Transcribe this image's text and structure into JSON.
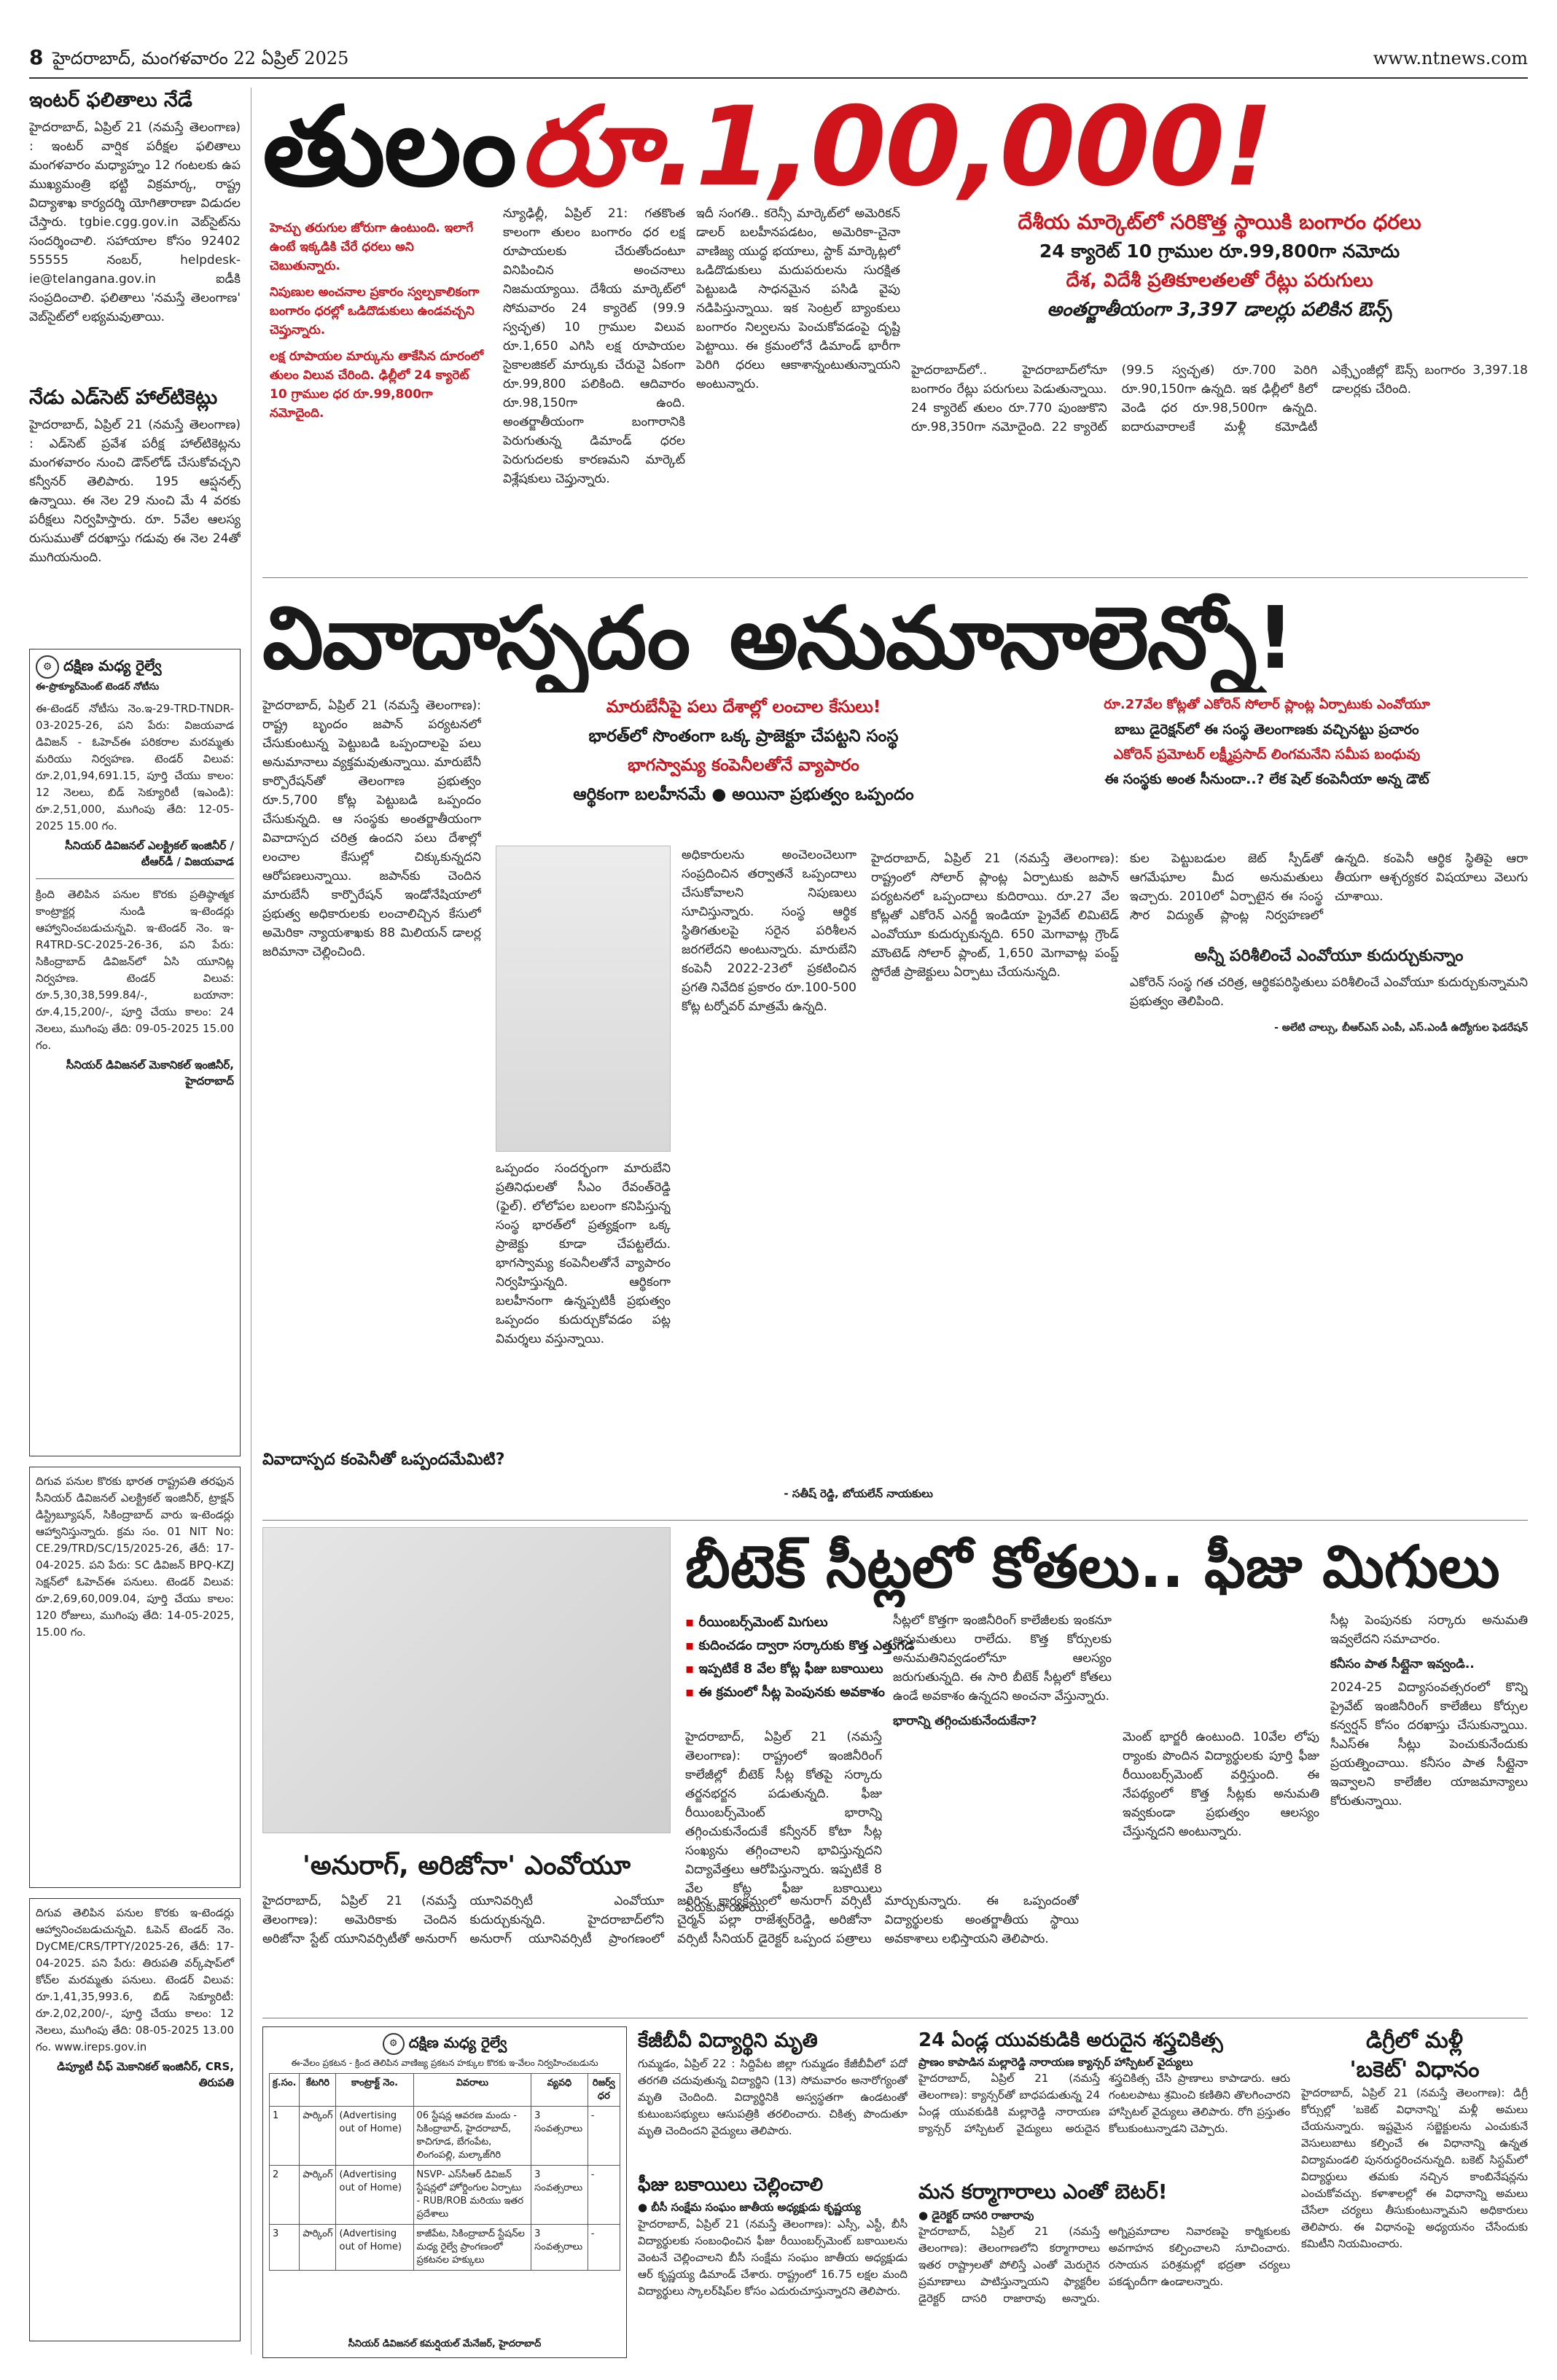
{
  "header": {
    "page_number": "8",
    "dateline": "హైదరాబాద్‌, మంగళవారం 22 ఏప్రిల్‌ 2025",
    "website": "www.ntnews.com"
  },
  "left_col": {
    "inter_title": "ఇంటర్‌ ఫలితాలు నేడే",
    "inter_body": "హైదరాబాద్‌, ఏప్రిల్‌ 21 (నమస్తే తెలంగాణ) : ఇంటర్‌ వార్షిక పరీక్షల ఫలితాలు మంగళవారం మధ్యాహ్నం 12 గంటలకు ఉప ముఖ్యమంత్రి భట్టి విక్రమార్క, రాష్ట్ర విద్యాశాఖ కార్యదర్శి యోగితారాణా విడుదల చేస్తారు. tgbie.cgg.gov.in వెబ్‌సైట్‌ను సందర్శించాలి. సహాయాల కోసం 92402 55555 నంబర్‌, helpdesk-ie@telangana.gov.in ఐడీకి సంప్రదించాలి. ఫలితాలు 'నమస్తే తెలంగాణ' వెబ్‌సైట్‌లో లభ్యమవుతాయి.",
    "hall_title": "నేడు ఎడ్‌సెట్‌ హాల్‌టికెట్లు",
    "hall_body": "హైదరాబాద్‌, ఏప్రిల్‌ 21 (నమస్తే తెలంగాణ) : ఎడ్‌సెట్‌ ప్రవేశ పరీక్ష హాల్‌టికెట్లను మంగళవారం నుంచి డౌన్‌లోడ్‌ చేసుకోవచ్చని కన్వీనర్‌ తెలిపారు. 195 ఆప్షనల్స్‌ ఉన్నాయి. ఈ నెల 29 నుంచి మే 4 వరకు పరీక్షలు నిర్వహిస్తారు. రూ. 5వేల ఆలస్య రుసుముతో దరఖాస్తు గడువు ఈ నెల 24తో ముగియనుంది.",
    "railway_label": "దక్షిణ మధ్య రైల్వే",
    "railway_sub": "ఈ-ప్రొక్యూర్‌మెంట్‌ టెండర్‌ నోటీసు",
    "railway_body": "ఈ-టెండర్‌ నోటీసు నెం.ఇ-29-TRD-TNDR-03-2025-26, పని పేరు: విజయవాడ డివిజన్‌ - ఓహెచ్‌ఈ పరికరాల మరమ్మతు మరియు నిర్వహణ. టెండర్‌ విలువ: రూ.2,01,94,691.15, పూర్తి చేయు కాలం: 12 నెలలు, బిడ్‌ సెక్యూరిటీ (ఇఎండి): రూ.2,51,000, ముగింపు తేది: 12-05-2025 15.00 గం.",
    "railway_sign": "సీనియర్‌ డివిజనల్‌ ఎలక్ట్రికల్‌ ఇంజినీర్‌ / టీఆర్‌డీ / విజయవాడ",
    "railway_body2": "క్రింది తెలిపిన పనుల కొరకు ప్రతిష్ఠాత్మక కాంట్రాక్టర్ల నుండి ఇ-టెండర్లు ఆహ్వానించబడుచున్నవి. ఇ-టెండర్‌ నెం. ఇ-R4TRD-SC-2025-26-36, పని పేరు: సికింద్రాబాద్‌ డివిజన్‌లో ఏసి యూనిట్ల నిర్వహణ. టెండర్‌ విలువ: రూ.5,30,38,599.84/-, బయానా: రూ.4,15,200/-, పూర్తి చేయు కాలం: 24 నెలలు, ముగింపు తేది: 09-05-2025 15.00 గం.",
    "railway_sign2": "సీనియర్‌ డివిజనల్‌ మెకానికల్‌ ఇంజినీర్‌, హైదరాబాద్‌",
    "railway_body3": "దిగువ పనుల కొరకు భారత రాష్ట్రపతి తరఫున సీనియర్‌ డివిజనల్‌ ఎలక్ట్రికల్‌ ఇంజినీర్‌, ట్రాక్షన్‌ డిస్ట్రిబ్యూషన్‌, సికింద్రాబాద్‌ వారు ఇ-టెండర్లు ఆహ్వానిస్తున్నారు. క్రమ సం. 01 NIT No: CE.29/TRD/SC/15/2025-26, తేదీ: 17-04-2025. పని పేరు: SC డివిజన్‌ BPQ-KZJ సెక్షన్‌లో ఓహెచ్‌ఈ పనులు. టెండర్‌ విలువ: రూ.2,69,60,009.04, పూర్తి చేయు కాలం: 120 రోజులు, ముగింపు తేది: 14-05-2025, 15.00 గం.",
    "railway_body4": "దిగువ తెలిపిన పనుల కొరకు ఇ-టెండర్లు ఆహ్వానించబడుచున్నవి. ఓపెన్‌ టెండర్‌ నెం. DyCME/CRS/TPTY/2025-26, తేదీ: 17-04-2025. పని పేరు: తిరుపతి వర్క్‌షాప్‌లో కోచ్‌ల మరమ్మతు పనులు. టెండర్‌ విలువ: రూ.1,41,35,993.6, బిడ్‌ సెక్యూరిటీ: రూ.2,02,200/-, పూర్తి చేయు కాలం: 12 నెలలు, ముగింపు తేది: 08-05-2025 13.00 గం. www.ireps.gov.in",
    "railway_sign3": "డిప్యూటీ చీఫ్‌ మెకానికల్‌ ఇంజినీర్‌, CRS, తిరుపతి"
  },
  "gold": {
    "headline_black": "తులం",
    "headline_red": "రూ.1,00,000!",
    "subhead_1": "దేశీయ మార్కెట్‌లో సరికొత్త స్థాయికి బంగారం ధరలు",
    "subhead_2": "24 క్యారెట్‌ 10 గ్రాముల రూ.99,800గా నమోదు",
    "subhead_3": "దేశ, విదేశీ ప్రతికూలతలతో రేట్లు పరుగులు",
    "subhead_4": "అంతర్జాతీయంగా 3,397 డాలర్లు పలికిన ఔన్స్‌",
    "kicker_red": "హెచ్చు తరుగుల జోరుగా ఉంటుంది. ఇలాగే ఉంటే ఇక్కడికి చేరే ధరలు అని చెబుతున్నారు.",
    "kicker_red2": "నిపుణుల అంచనాల ప్రకారం స్వల్పకాలికంగా బంగారం ధరల్లో ఒడిదొడుకులు ఉండవచ్చని చెప్తున్నారు.",
    "kicker_red3": "లక్ష రూపాయల మార్కును తాకేసిన దూరంలో తులం విలువ చేరింది. ఢిల్లీలో 24 క్యారెట్‌ 10 గ్రాముల ధర రూ.99,800గా నమోదైంది.",
    "col1": "న్యూఢిల్లీ, ఏప్రిల్‌ 21: గతకొంత కాలంగా తులం బంగారం ధర లక్ష రూపాయలకు చేరుతోందంటూ వినిపించిన అంచనాలు నిజమయ్యాయి. దేశీయ మార్కెట్‌లో సోమవారం 24 క్యారెట్‌ (99.9 స్వచ్ఛత) 10 గ్రాముల విలువ రూ.1,650 ఎగిసి లక్ష రూపాయల సైకాలజికల్‌ మార్కుకు చేరువై ఏకంగా రూ.99,800 పలికింది. ఆదివారం రూ.98,150గా ఉంది. అంతర్జాతీయంగా బంగారానికి పెరుగుతున్న డిమాండ్‌ ధరల పెరుగుదలకు కారణమని మార్కెట్‌ విశ్లేషకులు చెప్తున్నారు.",
    "col2": "ఇదీ సంగతి.. కరెన్సీ మార్కెట్‌లో అమెరికన్‌ డాలర్‌ బలహీనపడటం, అమెరికా-చైనా వాణిజ్య యుద్ధ భయాలు, స్టాక్‌ మార్కెట్లలో ఒడిదొడుకులు మదుపరులను సురక్షిత పెట్టుబడి సాధనమైన పసిడి వైపు నడిపిస్తున్నాయి. ఇక సెంట్రల్‌ బ్యాంకులు బంగారం నిల్వలను పెంచుకోవడంపై దృష్టి పెట్టాయి. ఈ క్రమంలోనే డిమాండ్‌ భారీగా పెరిగి ధరలు ఆకాశాన్నంటుతున్నాయని అంటున్నారు.",
    "col3": "హైదరాబాద్‌లో.. హైదరాబాద్‌లోనూ బంగారం రేట్లు పరుగులు పెడుతున్నాయి. 24 క్యారెట్‌ తులం రూ.770 పుంజుకొని రూ.98,350గా నమోదైంది. 22 క్యారెట్‌ (99.5 స్వచ్ఛత) రూ.700 పెరిగి రూ.90,150గా ఉన్నది. ఇక ఢిల్లీలో కిలో వెండి ధర రూ.98,500గా ఉన్నది. ఐదారువారాలకే మళ్లీ కమోడిటీ ఎక్స్ఛేంజీల్లో ఔన్స్‌ బంగారం 3,397.18 డాలర్లకు చేరింది."
  },
  "solar": {
    "headline_black": "వివాదాస్పదం",
    "headline_black2": "అనుమానాలెన్నో!",
    "red1": "మారుబేనీపై పలు దేశాల్లో లంచాల కేసులు!",
    "black1": "భారత్‌లో సొంతంగా ఒక్క ప్రాజెక్టూ చేపట్టని సంస్థ",
    "red2": "భాగస్వామ్య కంపెనీలతోనే వ్యాపారం",
    "black2": "ఆర్థికంగా బలహీనమే ● అయినా ప్రభుత్వం ఒప్పందం",
    "right_red": "రూ.27వేల కోట్లతో ఎకోరెన్‌ సోలార్‌ ప్లాంట్ల ఏర్పాటుకు ఎంవోయూ",
    "right_black1": "బాబు డైరెక్షన్‌లో ఈ సంస్థ తెలంగాణకు వచ్చినట్టు ప్రచారం",
    "right_red2": "ఎకోరెన్‌ ప్రమోటర్‌ లక్ష్మీప్రసాద్‌ లింగమనేని సమీప బంధువు",
    "right_black2": "ఈ సంస్థకు అంత సీనుందా..? లేక షెల్‌ కంపెనీయా అన్న డౌట్‌",
    "col1": "హైదరాబాద్‌, ఏప్రిల్‌ 21 (నమస్తే తెలంగాణ): రాష్ట్ర బృందం జపాన్‌ పర్యటనలో చేసుకుంటున్న పెట్టుబడి ఒప్పందాలపై పలు అనుమానాలు వ్యక్తమవుతున్నాయి. మారుబేనీ కార్పొరేషన్‌తో తెలంగాణ ప్రభుత్వం రూ.5,700 కోట్ల పెట్టుబడి ఒప్పందం చేసుకున్నది. ఆ సంస్థకు అంతర్జాతీయంగా వివాదాస్పద చరిత్ర ఉందని పలు దేశాల్లో లంచాల కేసుల్లో చిక్కుకున్నదని ఆరోపణలున్నాయి. జపాన్‌కు చెందిన మారుబేనీ కార్పొరేషన్‌ ఇండోనేషియాలో ప్రభుత్వ అధికారులకు లంచాలిచ్చిన కేసులో అమెరికా న్యాయశాఖకు 88 మిలియన్‌ డాలర్ల జరిమానా చెల్లించింది.",
    "col1_sub": "వివాదాస్పద కంపెనీతో ఒప్పందమేమిటి?",
    "col2": "ఒప్పందం సందర్భంగా మారుబేని ప్రతినిధులతో సీఎం రేవంత్‌రెడ్డి (ఫైల్‌). లోలోపల బలంగా కనిపిస్తున్న సంస్థ భారత్‌లో ప్రత్యక్షంగా ఒక్క ప్రాజెక్టు కూడా చేపట్టలేదు. భాగస్వామ్య కంపెనీలతోనే వ్యాపారం నిర్వహిస్తున్నది. ఆర్థికంగా బలహీనంగా ఉన్నప్పటికీ ప్రభుత్వం ఒప్పందం కుదుర్చుకోవడం పట్ల విమర్శలు వస్తున్నాయి.",
    "col3": "అధికారులను అంచెలంచెలుగా సంప్రదించిన తర్వాతనే ఒప్పందాలు చేసుకోవాలని నిపుణులు సూచిస్తున్నారు. సంస్థ ఆర్థిక స్థితిగతులపై సరైన పరిశీలన జరగలేదని అంటున్నారు. మారుబేని కంపెనీ 2022-23లో ప్రకటించిన ప్రగతి నివేదిక ప్రకారం రూ.100-500 కోట్ల టర్నోవర్‌ మాత్రమే ఉన్నది.",
    "col4": "హైదరాబాద్‌, ఏప్రిల్‌ 21 (నమస్తే తెలంగాణ): రాష్ట్రంలో సోలార్‌ ప్లాంట్ల ఏర్పాటుకు జపాన్‌ పర్యటనలో ఒప్పందాలు కుదిరాయి. రూ.27 వేల కోట్లతో ఎకోరెన్‌ ఎనర్జీ ఇండియా ప్రైవేట్‌ లిమిటెడ్‌ ఎంవోయూ కుదుర్చుకున్నది. 650 మెగావాట్ల గ్రౌండ్‌ మౌంటెడ్‌ సోలార్‌ ప్లాంట్‌, 1,650 మెగావాట్ల పంప్డ్‌ స్టోరేజీ ప్రాజెక్టులు ఏర్పాటు చేయనున్నది.",
    "col5": "కుల పెట్టుబడుల జెట్‌ స్పీడ్‌తో ఆగమేఘాల మీద అనుమతులు ఇచ్చారు. 2010లో ఏర్పాటైన ఈ సంస్థ సౌర విద్యుత్‌ ప్లాంట్ల నిర్వహణలో ఉన్నది. కంపెనీ ఆర్థిక స్థితిపై ఆరా తీయగా ఆశ్చర్యకర విషయాలు వెలుగు చూశాయి.",
    "col5_sub": "అన్నీ పరిశీలించే ఎంవోయూ కుదుర్చుకున్నాం",
    "col5_b": "ఎకోరెన్‌ సంస్థ గత చరిత్ర, ఆర్థికపరిస్థితులు పరిశీలించే ఎంవోయూ కుదుర్చుకున్నామని ప్రభుత్వం తెలిపింది.",
    "bylines": "- సతీష్‌ రెడ్డి, బోయలేన్‌ నాయకులు",
    "bylines2": "- అలేటి చాల్సు, బీఆర్‌ఎస్‌ ఎంపీ, ఎస్‌.ఎండీ ఉద్యోగుల ఫెడరేషన్‌"
  },
  "btech": {
    "headline": "బీటెక్‌ సీట్లలో కోతలు.. ఫీజు మిగులు",
    "bullets": [
      "రీయింబర్స్‌మెంట్‌ మిగులు",
      "కుదించడం ద్వారా సర్కారుకు కొత్త ఎత్తుగడ",
      "ఇప్పటికే 8 వేల కోట్ల ఫీజు బకాయిలు",
      "ఈ క్రమంలో సీట్ల పెంపునకు అవకాశం"
    ],
    "col1": "హైదరాబాద్‌, ఏప్రిల్‌ 21 (నమస్తే తెలంగాణ): రాష్ట్రంలో ఇంజినీరింగ్‌ కాలేజీల్లో బీటెక్‌ సీట్ల కోతపై సర్కారు తర్జనభర్జన పడుతున్నది. ఫీజు రీయింబర్స్‌మెంట్‌ భారాన్ని తగ్గించుకునేందుకే కన్వీనర్‌ కోటా సీట్ల సంఖ్యను తగ్గించాలని భావిస్తున్నదని విద్యావేత్తలు ఆరోపిస్తున్నారు. ఇప్పటికే 8 వేల కోట్ల ఫీజు బకాయిలు పేరుకుపోయాయి.",
    "col2": "సీట్లలో కొత్తగా ఇంజినీరింగ్‌ కాలేజీలకు ఇంకనూ అనుమతులు రాలేదు. కొత్త కోర్సులకు అనుమతినివ్వడంలోనూ ఆలస్యం జరుగుతున్నది. ఈ సారి బీటెక్‌ సీట్లలో కోతలు ఉండే అవకాశం ఉన్నదని అంచనా వేస్తున్నారు.",
    "col2_sub": "భారాన్ని తగ్గించుకునేందుకేనా?",
    "col3": "మెంట్‌ భార్జరీ ఉంటుంది. 10వేల లోపు ర్యాంకు పొందిన విద్యార్థులకు పూర్తి ఫీజు రీయింబర్స్‌మెంట్‌ వర్తిస్తుంది. ఈ నేపథ్యంలో కొత్త సీట్లకు అనుమతి ఇవ్వకుండా ప్రభుత్వం ఆలస్యం చేస్తున్నదని అంటున్నారు.",
    "col4": "సీట్ల పెంపునకు సర్కారు అనుమతి ఇవ్వలేదని సమాచారం.",
    "col4_sub": "కనీసం పాత సీట్లైనా ఇవ్వండి..",
    "col4_b": "2024-25 విద్యాసంవత్సరంలో కొన్ని ప్రైవేట్‌ ఇంజినీరింగ్‌ కాలేజీలు కోర్సుల కన్వర్షన్‌ కోసం దరఖాస్తు చేసుకున్నాయి. సీఎస్‌ఈ సీట్లు పెంచుకునేందుకు ప్రయత్నించాయి. కనీసం పాత సీట్లైనా ఇవ్వాలని కాలేజీల యాజమాన్యాలు కోరుతున్నాయి."
  },
  "anurag": {
    "headline": "'అనురాగ్‌, అరిజోనా' ఎంవోయూ",
    "body": "హైదరాబాద్‌, ఏప్రిల్‌ 21 (నమస్తే తెలంగాణ): అమెరికాకు చెందిన అరిజోనా స్టేట్‌ యూనివర్సిటీతో అనురాగ్‌ యూనివర్సిటీ ఎంవోయూ కుదుర్చుకున్నది. హైదరాబాద్‌లోని అనురాగ్‌ యూనివర్సిటీ ప్రాంగణంలో జరిగిన కార్యక్రమంలో అనురాగ్‌ వర్సిటీ చైర్మన్‌ పల్లా రాజేశ్వర్‌రెడ్డి, అరిజోనా వర్సిటీ సీనియర్‌ డైరెక్టర్‌ ఒప్పంద పత్రాలు మార్చుకున్నారు. ఈ ఒప్పందంతో విద్యార్థులకు అంతర్జాతీయ స్థాయి అవకాశాలు లభిస్తాయని తెలిపారు."
  },
  "ad_table": {
    "railway_label": "దక్షిణ మధ్య రైల్వే",
    "caption": "ఈ-వేలం ప్రకటన - క్రింద తెలిపిన వాణిజ్య ప్రకటన హక్కుల కొరకు ఇ-వేలం నిర్వహించబడును",
    "headers": [
      "క్ర.సం.",
      "కేటగిరి",
      "కాంట్రాక్ట్‌ నెం.",
      "వివరాలు",
      "వ్యవధి",
      "రిజర్వ్‌ ధర"
    ],
    "rows": [
      [
        "1",
        "పార్కింగ్‌",
        "(Advertising out of Home)",
        "06 స్టేషన్ల ఆవరణ మందు - సికింద్రాబాద్‌, హైదరాబాద్‌, కాచిగూడ, బేగంపేట, లింగంపల్లి, మల్కాజ్‌గిరి",
        "3 సంవత్సరాలు",
        "-"
      ],
      [
        "2",
        "పార్కింగ్‌",
        "(Advertising out of Home)",
        "NSVP- ఎస్‌సీఆర్‌ డివిజన్‌ స్టేషన్లలో హోర్డింగుల ఏర్పాటు - RUB/ROB మరియు ఇతర ప్రదేశాలు",
        "3 సంవత్సరాలు",
        "-"
      ],
      [
        "3",
        "పార్కింగ్‌",
        "(Advertising out of Home)",
        "కాజీపేట, సికింద్రాబాద్‌ స్టేషన్‌ల మధ్య రైల్వే ప్రాంగణంలో ప్రకటనల హక్కులు",
        "3 సంవత్సరాలు",
        "-"
      ]
    ],
    "sign": "సీనియర్‌ డివిజనల్‌ కమర్షియల్‌ మేనేజర్‌, హైదరాబాద్‌"
  },
  "kgbv": {
    "headline": "కేజీబీవీ విద్యార్థిని మృతి",
    "body": "గుమ్మడం, ఏప్రిల్‌ 22 : సిద్దిపేట జిల్లా గుమ్మడం కేజీబీవీలో పదో తరగతి చదువుతున్న విద్యార్థిని (13) సోమవారం అనారోగ్యంతో మృతి చెందింది. విద్యార్థినికి అస్వస్థతగా ఉండటంతో కుటుంబసభ్యులు ఆసుపత్రికి తరలించారు. చికిత్స పొందుతూ మృతి చెందిందని వైద్యులు తెలిపారు.",
    "sub_headline": "ఫీజు బకాయిలు చెల్లించాలి",
    "sub_kicker": "● బీసీ సంక్షేమ సంఘం జాతీయ అధ్యక్షుడు కృష్ణయ్య",
    "sub_body": "హైదరాబాద్‌, ఏప్రిల్‌ 21 (నమస్తే తెలంగాణ): ఎస్సీ, ఎస్టీ, బీసీ విద్యార్థులకు సంబంధించిన ఫీజు రీయింబర్స్‌మెంట్‌ బకాయిలను వెంటనే చెల్లించాలని బీసీ సంక్షేమ సంఘం జాతీయ అధ్యక్షుడు ఆర్‌ కృష్ణయ్య డిమాండ్‌ చేశారు. రాష్ట్రంలో 16.75 లక్షల మంది విద్యార్థులు స్కాలర్‌షిప్‌ల కోసం ఎదురుచూస్తున్నారని తెలిపారు."
  },
  "cancer": {
    "headline": "24 ఏండ్ల యువకుడికి అరుదైన శస్త్రచికిత్స",
    "kicker": "ప్రాణం కాపాడిన మల్లారెడ్డి నారాయణ క్యాన్సర్‌ హాస్పిటల్‌ వైద్యులు",
    "body": "హైదరాబాద్‌, ఏప్రిల్‌ 21 (నమస్తే తెలంగాణ): క్యాన్సర్‌తో బాధపడుతున్న 24 ఏండ్ల యువకుడికి మల్లారెడ్డి నారాయణ క్యాన్సర్‌ హాస్పిటల్‌ వైద్యులు అరుదైన శస్త్రచికిత్స చేసి ప్రాణాలు కాపాడారు. ఆరు గంటలపాటు శ్రమించి కణితిని తొలగించారని హాస్పిటల్‌ వైద్యులు తెలిపారు. రోగి ప్రస్తుతం కోలుకుంటున్నాడని చెప్పారు.",
    "sub_headline": "మన కర్మాగారాలు ఎంతో బెటర్‌!",
    "sub_kicker": "● డైరెక్టర్‌ దాసరి రాజారావు",
    "sub_body": "హైదరాబాద్‌, ఏప్రిల్‌ 21 (నమస్తే తెలంగాణ): తెలంగాణలోని కర్మాగారాలు ఇతర రాష్ట్రాలతో పోలిస్తే ఎంతో మెరుగైన ప్రమాణాలు పాటిస్తున్నాయని ఫ్యాక్టరీల డైరెక్టర్‌ దాసరి రాజారావు అన్నారు. అగ్నిప్రమాదాల నివారణపై కార్మికులకు అవగాహన కల్పించాలని సూచించారు. రసాయన పరిశ్రమల్లో భద్రతా చర్యలు పకడ్బందీగా ఉండాలన్నారు."
  },
  "degree": {
    "headline": "డిగ్రీలో మళ్లీ",
    "headline2": "'బకెట్‌' విధానం",
    "body": "హైదరాబాద్‌, ఏప్రిల్‌ 21 (నమస్తే తెలంగాణ): డిగ్రీ కోర్సుల్లో 'బకెట్‌ విధానాన్ని' మళ్లీ అమలు చేయనున్నారు. ఇష్టమైన సబ్జెక్టులను ఎంచుకునే వెసులుబాటు కల్పించే ఈ విధానాన్ని ఉన్నత విద్యామండలి పునరుద్ధరించనున్నది. బకెట్‌ సిస్టమ్‌లో విద్యార్థులు తమకు నచ్చిన కాంబినేషన్లను ఎంచుకోవచ్చు. కళాశాలల్లో ఈ విధానాన్ని అమలు చేసేలా చర్యలు తీసుకుంటున్నామని అధికారులు తెలిపారు. ఈ విధానంపై అధ్యయనం చేసేందుకు కమిటీని నియమించారు."
  }
}
